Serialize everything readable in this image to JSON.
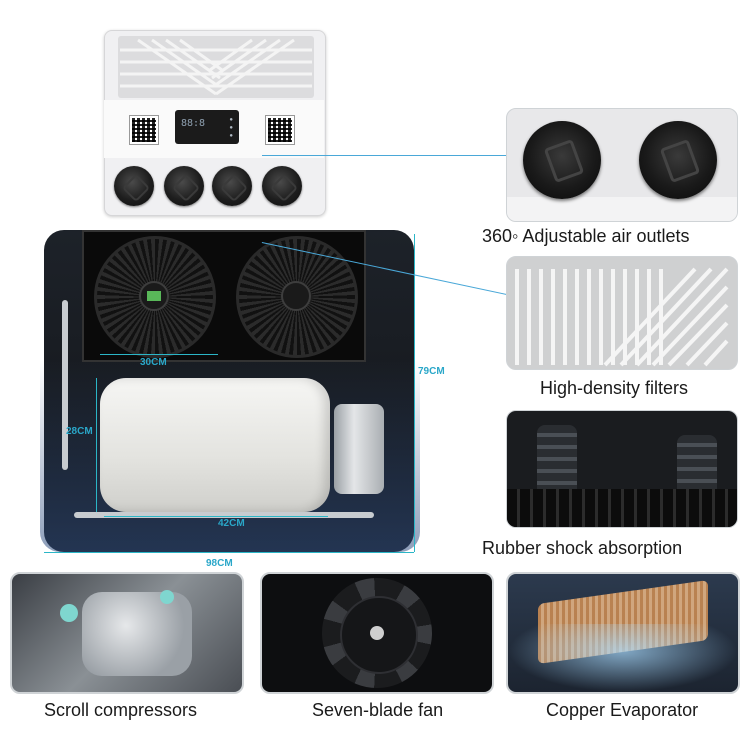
{
  "features": {
    "outlets_label": "360◦  Adjustable air outlets",
    "filters_label": "High-density filters",
    "rubber_label": "Rubber shock absorption",
    "compressor_label": "Scroll compressors",
    "fan_label": "Seven-blade fan",
    "evaporator_label": "Copper Evaporator"
  },
  "dimensions": {
    "fan_width": "30CM",
    "height": "79CM",
    "tank_height": "28CM",
    "tank_width": "42CM",
    "total_width": "98CM"
  },
  "panel": {
    "display_digits": "88:8",
    "outlet_count": 4
  },
  "colors": {
    "dimension": "#2aa7c9",
    "connector": "#4aa8d8"
  }
}
